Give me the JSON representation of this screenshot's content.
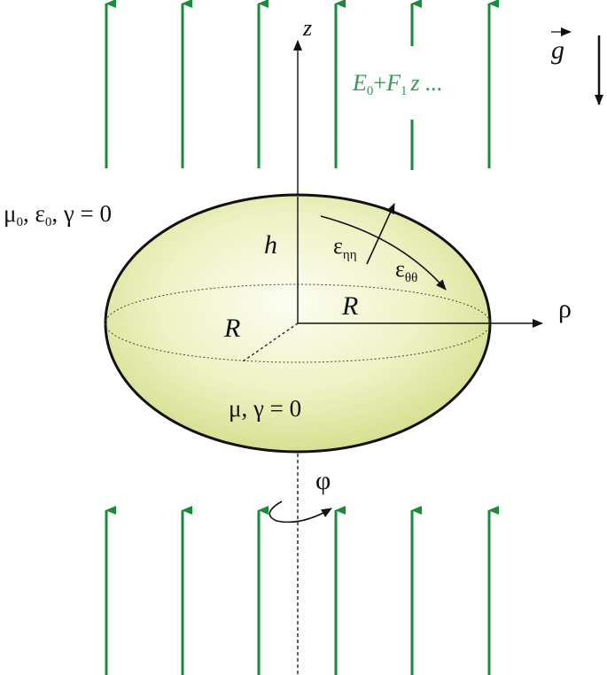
{
  "labels": {
    "z": "z",
    "rho": "ρ",
    "g": "g",
    "field_E": "E",
    "field_E_sub": "0",
    "field_plus": "+",
    "field_F": "F",
    "field_F_sub": "1",
    "field_z": "z ...",
    "outer_mu": "μ",
    "outer_mu_sub": "0",
    "outer_eps": ", ε",
    "outer_eps_sub": "0",
    "outer_gamma": ", γ = 0",
    "h": "h",
    "R_top": "R",
    "R_left": "R",
    "eps_eta": "ε",
    "eps_eta_sub": "ηη",
    "eps_theta": "ε",
    "eps_theta_sub": "θθ",
    "inner_medium": "μ, γ = 0",
    "phi": "φ"
  },
  "colors": {
    "field_lines": "#1a8a3c",
    "field_text": "#2e9a55",
    "drop_fill_center": "#fcfdf2",
    "drop_fill_edge": "#d2dc88",
    "outline": "#111111",
    "text": "#111111"
  }
}
